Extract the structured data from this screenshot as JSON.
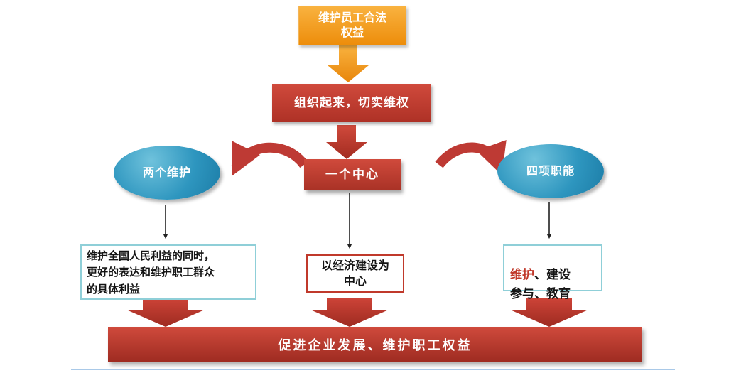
{
  "palette": {
    "orange": "#ED8D0B",
    "red": "#BE3A34",
    "teal": "#2E96BF",
    "note_border_teal": "#8FCFD8",
    "note_border_red": "#C0392B",
    "highlight_red": "#C0392B"
  },
  "nodes": {
    "top_box": "维护员工合法\n权益",
    "organize_box": "组织起来，切实维权",
    "left_ellipse": "两个维护",
    "center_box": "一个中心",
    "right_ellipse": "四项职能",
    "left_note": "维护全国人民利益的同时，\n更好的表达和维护职工群众\n的具体利益",
    "center_note": "以经济建设为\n中心",
    "right_note_highlight": "维护",
    "right_note_rest": "、建设\n参与、教育",
    "bottom_bar": "促进企业发展、维护职工权益"
  }
}
